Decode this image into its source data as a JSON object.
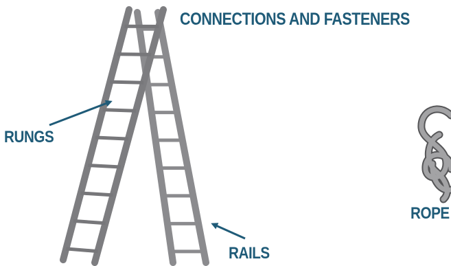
{
  "title": "CONNECTIONS AND FASTENERS",
  "labels": {
    "rungs": "RUNGS",
    "rails": "RAILS",
    "rope": "ROPE"
  },
  "colors": {
    "accent_text": "#1f5b78",
    "ladder_gray": "#8b8b8e",
    "ladder_dark": "#77777a",
    "rope_gray": "#9a9a9c",
    "rope_outline": "#555557"
  },
  "icons": [
    "ladder-icon",
    "rope-knot-icon",
    "pointer-arrow-icon"
  ]
}
